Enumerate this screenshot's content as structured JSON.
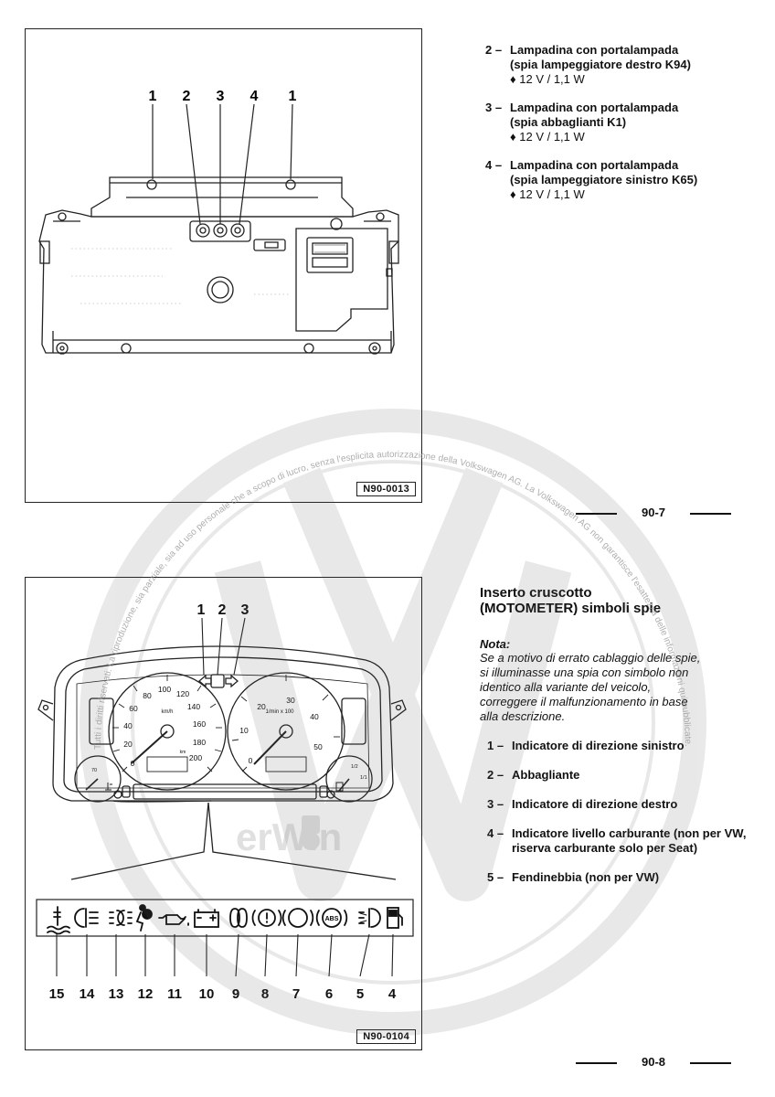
{
  "figure_top": {
    "callouts": [
      "1",
      "2",
      "3",
      "4",
      "1"
    ],
    "code": "N90-0013"
  },
  "list_top": [
    {
      "num": "2 –",
      "title": "Lampadina con portalampada",
      "detail": "(spia lampeggiatore destro K94)",
      "spec": "♦ 12 V / 1,1 W"
    },
    {
      "num": "3 –",
      "title": "Lampadina con portalampada",
      "detail": "(spia abbaglianti K1)",
      "spec": "♦ 12 V / 1,1 W"
    },
    {
      "num": "4 –",
      "title": "Lampadina con portalampada",
      "detail": "(spia lampeggiatore sinistro K65)",
      "spec": "♦ 12 V / 1,1 W"
    }
  ],
  "page_numbers": {
    "top": "90-7",
    "bottom": "90-8"
  },
  "section": {
    "title_line1": "Inserto cruscotto",
    "title_line2": "(MOTOMETER) simboli spie",
    "nota_label": "Nota:",
    "nota_text": "Se a motivo di errato cablaggio delle spie, si illuminasse una spia con simbolo non identico alla variante del veicolo, correggere il malfunzionamento in base alla descrizione."
  },
  "list_bottom": [
    {
      "num": "1 –",
      "text": "Indicatore di direzione sinistro"
    },
    {
      "num": "2 –",
      "text": "Abbagliante"
    },
    {
      "num": "3 –",
      "text": "Indicatore di direzione destro"
    },
    {
      "num": "4 –",
      "text": "Indicatore livello carburante (non per VW, riserva carburante solo per Seat)"
    },
    {
      "num": "5 –",
      "text": "Fendinebbia (non per VW)"
    }
  ],
  "figure_bottom": {
    "top_callouts": [
      "1",
      "2",
      "3"
    ],
    "speedo_ticks": [
      "0",
      "20",
      "40",
      "60",
      "80",
      "100",
      "120",
      "140",
      "160",
      "180",
      "200"
    ],
    "speedo_unit": "km/h",
    "tacho_ticks": [
      "0",
      "10",
      "20",
      "30",
      "40",
      "50"
    ],
    "tacho_unit": "1/min x 100",
    "odometer_unit": "km",
    "temp_label": "70",
    "fuel_labels": [
      "1/2",
      "1/1"
    ],
    "abs_label": "ABS",
    "icon_numbers": [
      "15",
      "14",
      "13",
      "12",
      "11",
      "10",
      "9",
      "8",
      "7",
      "6",
      "5",
      "4"
    ],
    "code": "N90-0104"
  },
  "watermark": {
    "arc_text": "Tutti i diritti riservati. La riproduzione, sia parziale, sia ad uso personale che a scopo di lucro, senza l'esplicita autorizzazione della Volkswagen AG. La Volkswagen AG non garantisce l'esattezza delle informazioni qui pubblicate. Copyright by Volkswagen AG",
    "brand": "erWin"
  }
}
